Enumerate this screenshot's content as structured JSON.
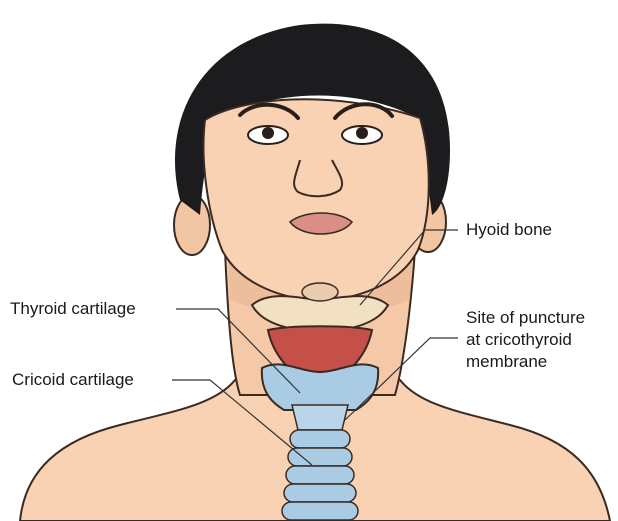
{
  "labels": {
    "hyoid": "Hyoid bone",
    "thyroid": "Thyroid cartilage",
    "cricoid": "Cricoid cartilage",
    "puncture": [
      "Site of puncture",
      "at cricothyroid",
      "membrane"
    ]
  },
  "colors": {
    "skin": "#f8d2b2",
    "skin_shadow": "#e8b594",
    "hair": "#1c1b1e",
    "bone": "#f1e0c2",
    "thyroid_cartilage": "#c5504a",
    "trachea": "#a9cbe3",
    "outline": "#3a2a22"
  }
}
